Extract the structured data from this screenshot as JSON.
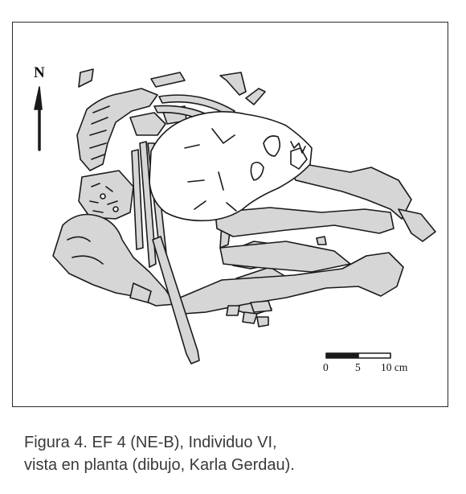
{
  "north_label": "N",
  "scale_bar": {
    "labels": [
      "0",
      "5",
      "10 cm"
    ]
  },
  "caption": {
    "line1": "Figura 4. EF 4 (NE-B), Individuo VI,",
    "line2": "vista en planta (dibujo, Karla Gerdau)."
  },
  "colors": {
    "bone_fill": "#d6d6d6",
    "skull_fill": "#ffffff",
    "outline": "#1a1a1a",
    "frame": "#2a2a2a",
    "caption": "#3a3a3a"
  }
}
